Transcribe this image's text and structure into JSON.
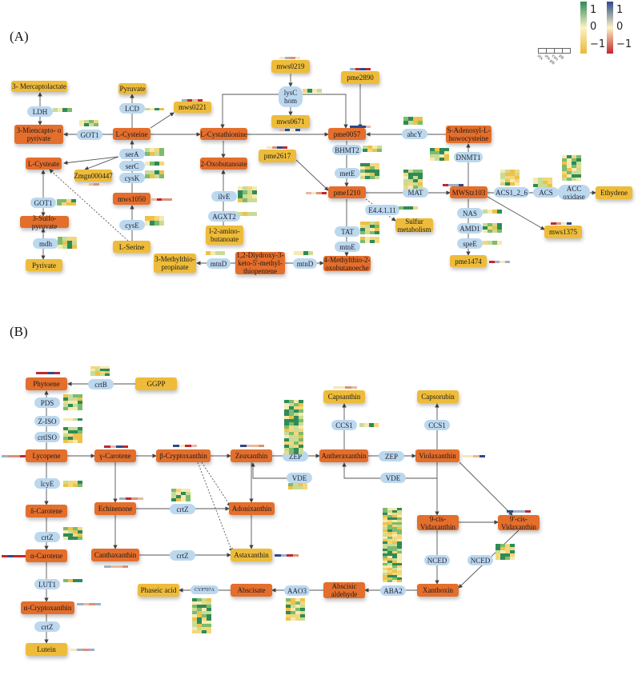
{
  "panels": [
    {
      "label": "(A)"
    },
    {
      "label": "(B)"
    }
  ],
  "legend": {
    "scale_green": {
      "ticks": [
        "1",
        "0",
        "−1"
      ],
      "colors": {
        "high": "#2e8b57",
        "mid": "#fbf3c4",
        "low": "#ecb73a"
      }
    },
    "scale_blue": {
      "ticks": [
        "1",
        "0",
        "−1"
      ],
      "colors": {
        "high": "#2c4a8c",
        "mid": "#fbf3c4",
        "low": "#c0282c"
      }
    },
    "columns": [
      "stx",
      "stx-pb",
      "con",
      "pb"
    ]
  },
  "colors": {
    "metabolite": "#e46e2c",
    "product": "#eebc3a",
    "enzyme": "#bcd8ee"
  },
  "nodesA": [
    {
      "id": "mercaptolactate",
      "label": "3- Mercaptolactate",
      "type": "prod"
    },
    {
      "id": "pyruvate_a",
      "label": "Pyruvate",
      "type": "prod"
    },
    {
      "id": "mws0221",
      "label": "mws0221",
      "type": "prod"
    },
    {
      "id": "mws0219",
      "label": "mws0219",
      "type": "prod"
    },
    {
      "id": "mws0671",
      "label": "mws0671",
      "type": "prod"
    },
    {
      "id": "pme2890",
      "label": "pme2890",
      "type": "prod"
    },
    {
      "id": "ldh",
      "label": "LDH",
      "type": "enz"
    },
    {
      "id": "lcd",
      "label": "LCD",
      "type": "enz"
    },
    {
      "id": "lysc",
      "label": "lysC\nhom",
      "type": "enz"
    },
    {
      "id": "miercapto",
      "label": "3-Miencapto- o\npyrivate",
      "type": "met"
    },
    {
      "id": "got1_a",
      "label": "GOT1",
      "type": "enz"
    },
    {
      "id": "lcysteine",
      "label": "L-Cysteine",
      "type": "met"
    },
    {
      "id": "lcystathionine",
      "label": "L-Cystathionine",
      "type": "met"
    },
    {
      "id": "pme0057",
      "label": "pme0057",
      "type": "met"
    },
    {
      "id": "ahcy",
      "label": "ahcY",
      "type": "enz"
    },
    {
      "id": "sadenosyl",
      "label": "S-Adenosyl-L-\nhowocysteine",
      "type": "met"
    },
    {
      "id": "lcysteate",
      "label": "L-Cysteate",
      "type": "met"
    },
    {
      "id": "sera",
      "label": "serA",
      "type": "enz"
    },
    {
      "id": "serc",
      "label": "serC",
      "type": "enz"
    },
    {
      "id": "cysk",
      "label": "cysK",
      "type": "enz"
    },
    {
      "id": "zmgn",
      "label": "Zmgn000447",
      "type": "prod"
    },
    {
      "id": "oxobutanoate",
      "label": "2-Oxobutanoate",
      "type": "met"
    },
    {
      "id": "pme2617",
      "label": "pme2617",
      "type": "prod"
    },
    {
      "id": "bhmt2",
      "label": "BHMT2",
      "type": "enz"
    },
    {
      "id": "mete",
      "label": "metE",
      "type": "enz"
    },
    {
      "id": "dnmt1",
      "label": "DNMT1",
      "type": "enz"
    },
    {
      "id": "got1_b",
      "label": "GOT1",
      "type": "enz"
    },
    {
      "id": "mws1050",
      "label": "mws1050",
      "type": "met"
    },
    {
      "id": "ilve",
      "label": "ilvE",
      "type": "enz"
    },
    {
      "id": "pme1210",
      "label": "pme1210",
      "type": "met"
    },
    {
      "id": "mat",
      "label": "MAT",
      "type": "enz"
    },
    {
      "id": "mwstz103",
      "label": "MWStz103",
      "type": "met"
    },
    {
      "id": "acs126",
      "label": "ACS1_2_6",
      "type": "enz"
    },
    {
      "id": "acs",
      "label": "ACS",
      "type": "enz"
    },
    {
      "id": "accox",
      "label": "ACC\noxidase",
      "type": "enz"
    },
    {
      "id": "ethylene",
      "label": "Ethydene",
      "type": "prod"
    },
    {
      "id": "sulfopyruvate",
      "label": "3-Sulfo-pyruvate",
      "type": "met"
    },
    {
      "id": "cyse",
      "label": "cysE",
      "type": "enz"
    },
    {
      "id": "agxt2",
      "label": "AGXT2",
      "type": "enz"
    },
    {
      "id": "e4411",
      "label": "E4.4.1.11",
      "type": "enz"
    },
    {
      "id": "sulfurmet",
      "label": "Sulfur\nmetabolism",
      "type": "prod"
    },
    {
      "id": "nas",
      "label": "NAS",
      "type": "enz"
    },
    {
      "id": "amd1",
      "label": "AMD1",
      "type": "enz"
    },
    {
      "id": "mws1375",
      "label": "mws1375",
      "type": "prod"
    },
    {
      "id": "mdh",
      "label": "mdh",
      "type": "enz"
    },
    {
      "id": "aminobut",
      "label": "l-2-amino-\nbutanoate",
      "type": "prod"
    },
    {
      "id": "lserine",
      "label": "L-Serine",
      "type": "prod"
    },
    {
      "id": "tat",
      "label": "TAT",
      "type": "enz"
    },
    {
      "id": "mtne",
      "label": "mtnE",
      "type": "enz"
    },
    {
      "id": "spee",
      "label": "speE",
      "type": "enz"
    },
    {
      "id": "pyrivate",
      "label": "Pyrivate",
      "type": "prod"
    },
    {
      "id": "pme1474",
      "label": "pme1474",
      "type": "prod"
    },
    {
      "id": "methylthioprop",
      "label": "3-Methylthio-\npropinate",
      "type": "prod"
    },
    {
      "id": "mtnd_a",
      "label": "mtnD",
      "type": "enz"
    },
    {
      "id": "diydroxy",
      "label": "1,2-Diydroxy-3-\nketo-5'-methyl-\nthiopentene",
      "type": "met"
    },
    {
      "id": "mtnd_b",
      "label": "mtnD",
      "type": "enz"
    },
    {
      "id": "methylthiooxo",
      "label": "4-Methylthio-2-\noxobutanoeche",
      "type": "met"
    }
  ],
  "nodesB": [
    {
      "id": "phytoene",
      "label": "Phytoene",
      "type": "met"
    },
    {
      "id": "crtb",
      "label": "crtB",
      "type": "enz"
    },
    {
      "id": "ggpp",
      "label": "GGPP",
      "type": "prod"
    },
    {
      "id": "pds",
      "label": "PDS",
      "type": "enz"
    },
    {
      "id": "ziso",
      "label": "Z-ISO",
      "type": "enz"
    },
    {
      "id": "crtiso",
      "label": "crtISO",
      "type": "enz"
    },
    {
      "id": "capsanthin",
      "label": "Capsanthin",
      "type": "prod"
    },
    {
      "id": "capsorubin",
      "label": "Capsorubin",
      "type": "prod"
    },
    {
      "id": "ccs1_a",
      "label": "CCS1",
      "type": "enz"
    },
    {
      "id": "ccs1_b",
      "label": "CCS1",
      "type": "enz"
    },
    {
      "id": "lycopene",
      "label": "Lycopene",
      "type": "met"
    },
    {
      "id": "gcarotene",
      "label": "γ-Carotene",
      "type": "met"
    },
    {
      "id": "bcrypto",
      "label": "β-Cryptoxanthin",
      "type": "met"
    },
    {
      "id": "zeaxanthin",
      "label": "Zeaxanthin",
      "type": "met"
    },
    {
      "id": "zep_a",
      "label": "ZEP",
      "type": "enz"
    },
    {
      "id": "antheraxanthin",
      "label": "Antheraxanthin",
      "type": "met"
    },
    {
      "id": "zep_b",
      "label": "ZEP",
      "type": "enz"
    },
    {
      "id": "violaxanthin",
      "label": "Violaxanthin",
      "type": "met"
    },
    {
      "id": "vde_a",
      "label": "VDE",
      "type": "enz"
    },
    {
      "id": "vde_b",
      "label": "VDE",
      "type": "enz"
    },
    {
      "id": "lcye",
      "label": "lcyE",
      "type": "enz"
    },
    {
      "id": "echinenone",
      "label": "Echinenone",
      "type": "met"
    },
    {
      "id": "crtz_e",
      "label": "crtZ",
      "type": "enz"
    },
    {
      "id": "adonixanthin",
      "label": "Adonixanthin",
      "type": "met"
    },
    {
      "id": "dcarotene",
      "label": "δ-Carotene",
      "type": "met"
    },
    {
      "id": "cis9",
      "label": "9-cis-\nVidaxanthin",
      "type": "met"
    },
    {
      "id": "cis9p",
      "label": "9'-cis-\nVidaxanthin",
      "type": "met"
    },
    {
      "id": "crtz_d",
      "label": "crtZ",
      "type": "enz"
    },
    {
      "id": "nced_a",
      "label": "NCED",
      "type": "enz"
    },
    {
      "id": "nced_b",
      "label": "NCED",
      "type": "enz"
    },
    {
      "id": "acarotene",
      "label": "α-Carotene",
      "type": "met"
    },
    {
      "id": "canthaxanthin",
      "label": "Canthaxanthin",
      "type": "met"
    },
    {
      "id": "crtz_c",
      "label": "crtZ",
      "type": "enz"
    },
    {
      "id": "astaxanthin",
      "label": "Astaxanthin",
      "type": "prod"
    },
    {
      "id": "lut1",
      "label": "LUT1",
      "type": "enz"
    },
    {
      "id": "phaseic",
      "label": "Phaseic acid",
      "type": "prod"
    },
    {
      "id": "cyp707a",
      "label": "CYP707A",
      "type": "enz"
    },
    {
      "id": "abscisate",
      "label": "Abscisate",
      "type": "met"
    },
    {
      "id": "aao3",
      "label": "AAO3",
      "type": "enz"
    },
    {
      "id": "absald",
      "label": "Abscisic\naldehyde",
      "type": "met"
    },
    {
      "id": "aba2",
      "label": "ABA2",
      "type": "enz"
    },
    {
      "id": "xanthoxin",
      "label": "Xanthoxin",
      "type": "met"
    },
    {
      "id": "acrypto",
      "label": "α-Cryptoxanthin",
      "type": "met"
    },
    {
      "id": "crtz_l",
      "label": "crtZ",
      "type": "enz"
    },
    {
      "id": "lutein",
      "label": "Lutein",
      "type": "prod"
    }
  ]
}
